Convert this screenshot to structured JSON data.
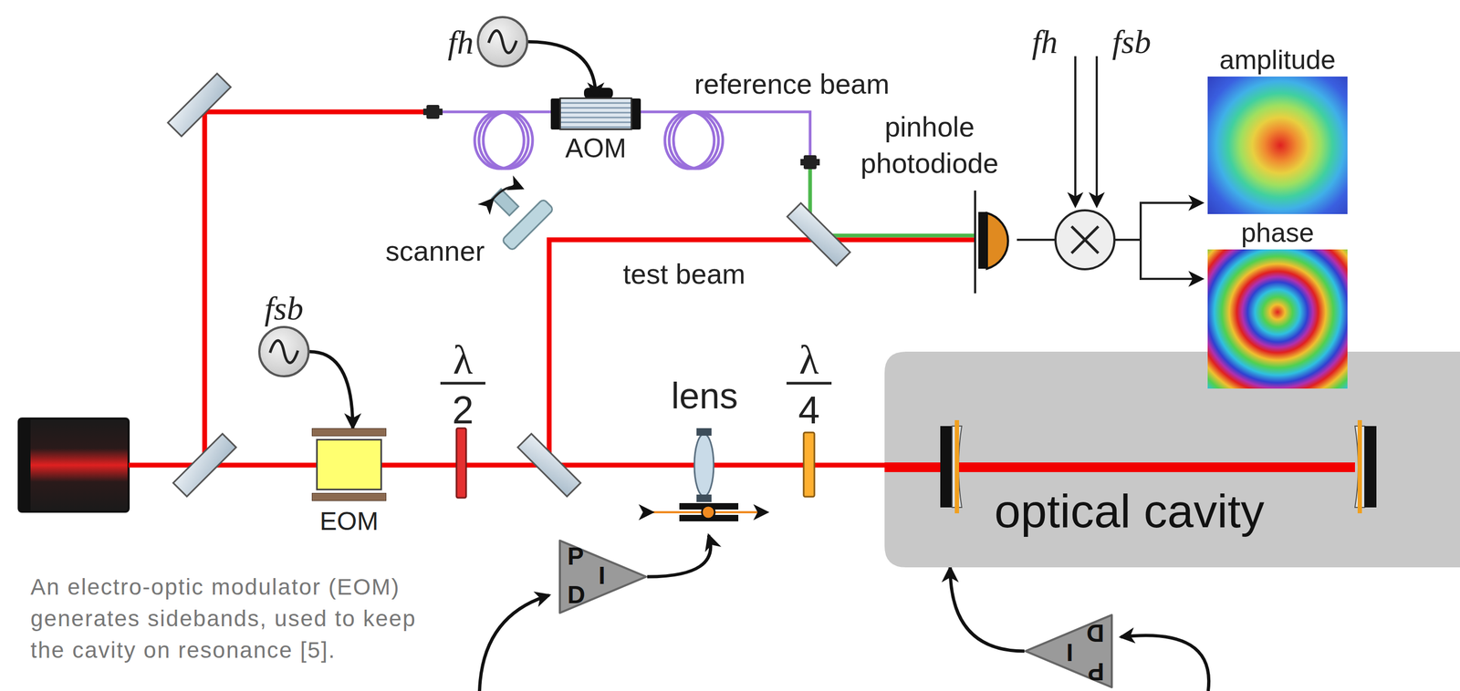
{
  "diagram": {
    "caption": "An electro-optic modulator (EOM) generates sidebands, used to keep the cavity on resonance [5].",
    "nodes": [
      {
        "text": [
          "fh"
        ]
      },
      {
        "text": [
          "AOM"
        ]
      },
      {
        "text": [
          "fsb"
        ]
      },
      {
        "text": [
          "EOM"
        ]
      },
      {
        "text": [
          "lens"
        ]
      },
      {
        "text": [
          "P",
          "I",
          "D"
        ]
      },
      {
        "text": [
          "optical cavity"
        ]
      },
      {
        "text": [
          "P",
          "I",
          "D"
        ]
      },
      {
        "text": [
          "amplitude"
        ]
      },
      {
        "text": [
          "phase"
        ]
      }
    ],
    "edges": [
      {
        "from": 0,
        "to": 1,
        "arrow": "to"
      },
      {
        "from": 2,
        "to": 3,
        "arrow": "to"
      },
      {
        "from": 5,
        "to": 4,
        "arrow": "to"
      },
      {
        "from": 7,
        "to": 6,
        "arrow": "to"
      }
    ],
    "labels": [
      "reference beam",
      "pinhole photodiode",
      "scanner",
      "test beam",
      "λ",
      "2",
      "λ",
      "4",
      "fh",
      "fsb"
    ]
  }
}
